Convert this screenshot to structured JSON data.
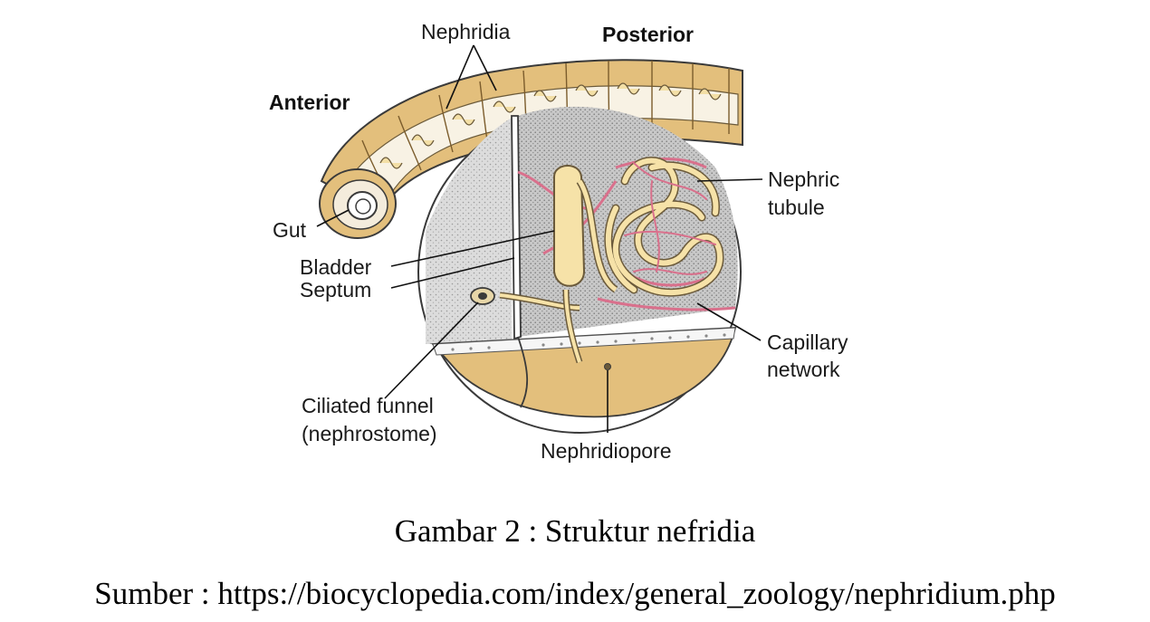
{
  "diagram": {
    "labels": {
      "nephridia": "Nephridia",
      "posterior": "Posterior",
      "anterior": "Anterior",
      "nephric_tubule_1": "Nephric",
      "nephric_tubule_2": "tubule",
      "gut": "Gut",
      "bladder": "Bladder",
      "septum": "Septum",
      "capillary_1": "Capillary",
      "capillary_2": "network",
      "ciliated_1": "Ciliated funnel",
      "ciliated_2": "(nephrostome)",
      "nephridiopore": "Nephridiopore"
    },
    "colors": {
      "body_wall": "#e3bf7c",
      "body_wall_dark": "#c99a4f",
      "coelom": "#d9d9d9",
      "tubule": "#f6e2a8",
      "capillary": "#d9708c",
      "outline": "#3a3a3a"
    }
  },
  "caption": {
    "title": "Gambar 2 : Struktur nefridia",
    "source": "Sumber : https://biocyclopedia.com/index/general_zoology/nephridium.php"
  }
}
